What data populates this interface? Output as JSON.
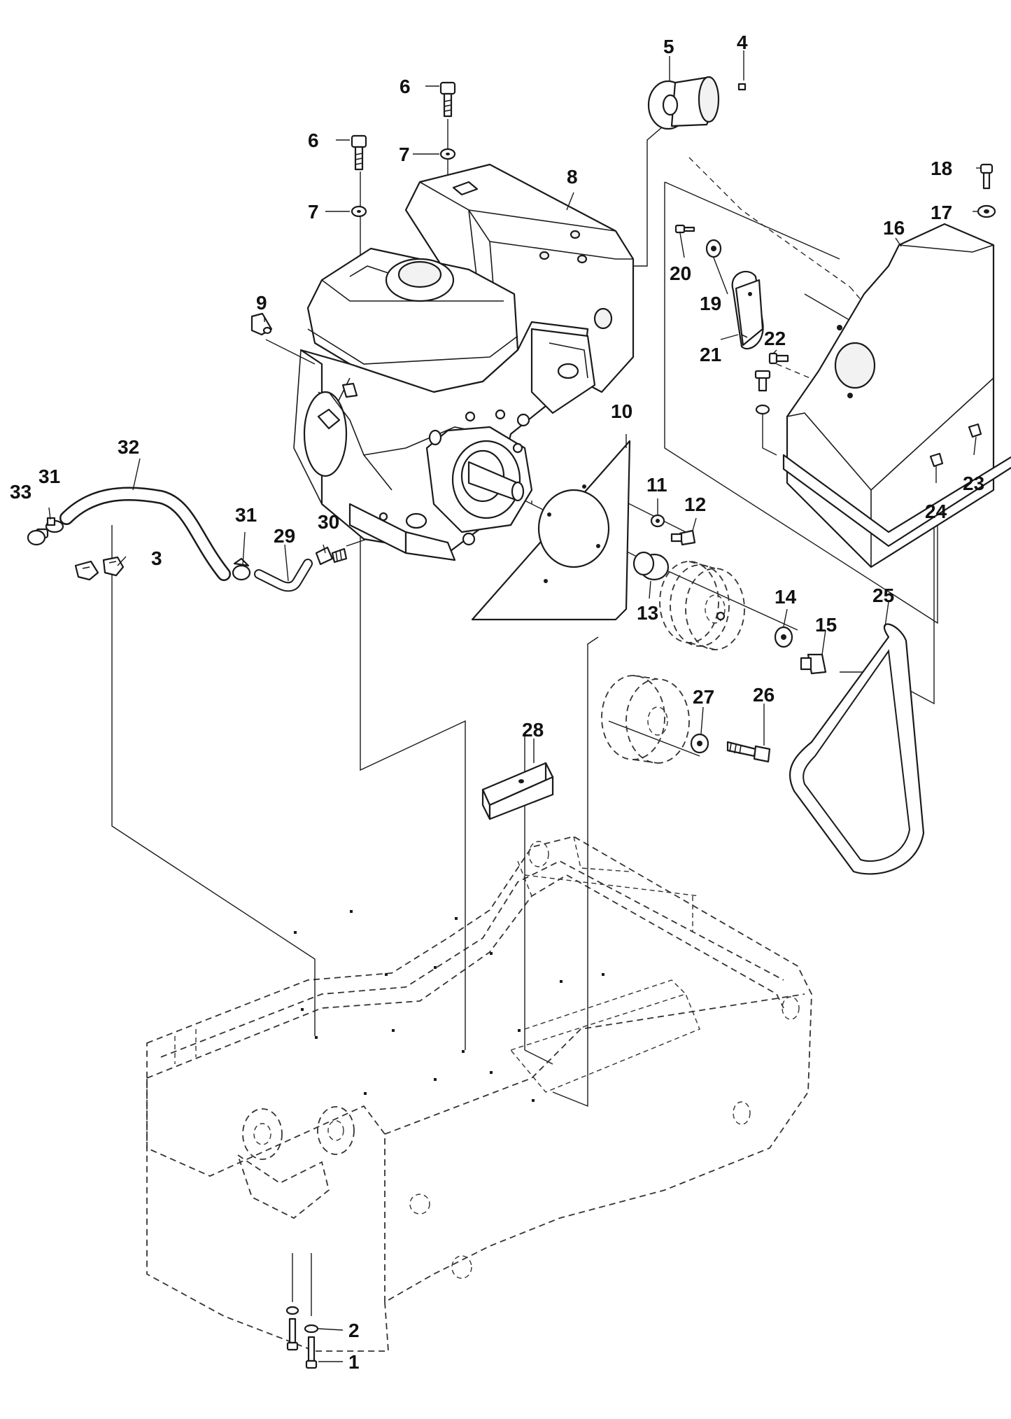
{
  "diagram": {
    "callouts": [
      "1",
      "2",
      "3",
      "4",
      "5",
      "6",
      "6",
      "7",
      "7",
      "8",
      "9",
      "10",
      "11",
      "12",
      "13",
      "14",
      "15",
      "16",
      "17",
      "18",
      "19",
      "20",
      "21",
      "22",
      "23",
      "24",
      "25",
      "26",
      "27",
      "28",
      "29",
      "30",
      "31",
      "31",
      "32",
      "33"
    ]
  },
  "colors": {
    "line": "#1a1a1a",
    "background": "#ffffff"
  }
}
